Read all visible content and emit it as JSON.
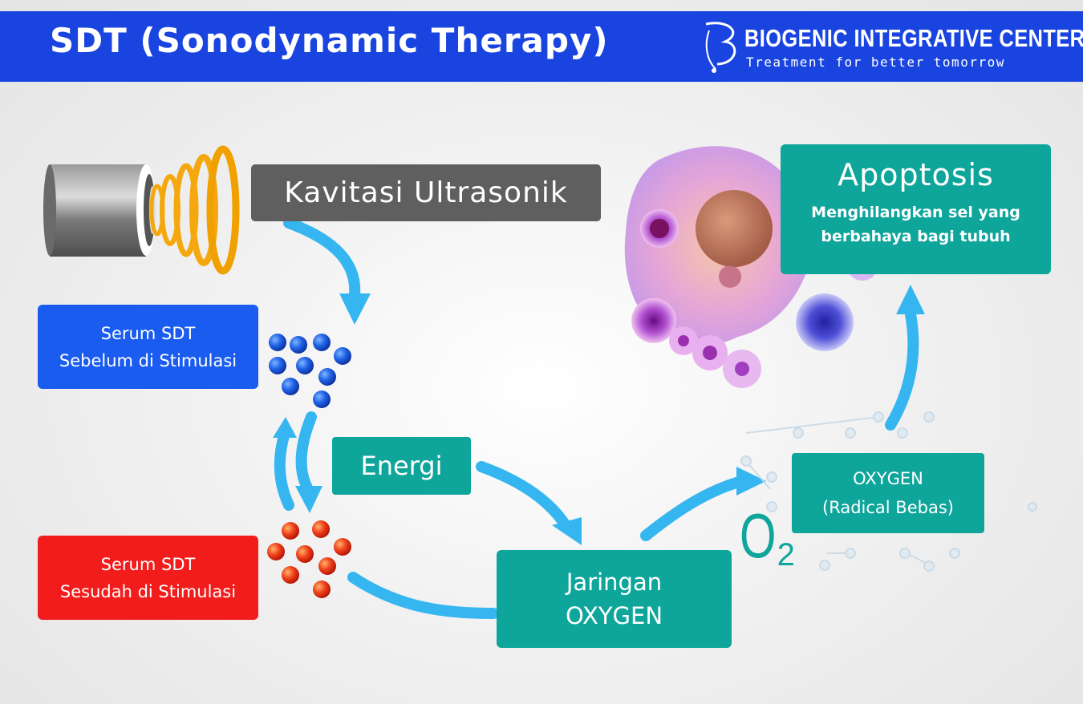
{
  "header": {
    "title": "SDT (Sonodynamic Therapy)",
    "brand": "BIOGENIC INTEGRATIVE CENTER",
    "tagline": "Treatment for better tomorrow"
  },
  "labels": {
    "kavitasi": "Kavitasi Ultrasonik",
    "serum_before_line1": "Serum SDT",
    "serum_before_line2": "Sebelum di Stimulasi",
    "serum_after_line1": "Serum SDT",
    "serum_after_line2": "Sesudah di Stimulasi",
    "energi": "Energi",
    "jaringan_line1": "Jaringan",
    "jaringan_line2": "OXYGEN",
    "oxygen_line1": "OXYGEN",
    "oxygen_line2": "(Radical Bebas)",
    "apoptosis_title": "Apoptosis",
    "apoptosis_line1": "Menghilangkan sel yang",
    "apoptosis_line2": "berbahaya bagi tubuh",
    "o2_letter": "O",
    "o2_sub": "2"
  },
  "colors": {
    "header_blue": "#1a44e0",
    "teal": "#0ea59a",
    "gray": "#5f5f5f",
    "serum_blue": "#1a5cf0",
    "serum_red": "#f21c1c",
    "arrow": "#36b6f0"
  }
}
